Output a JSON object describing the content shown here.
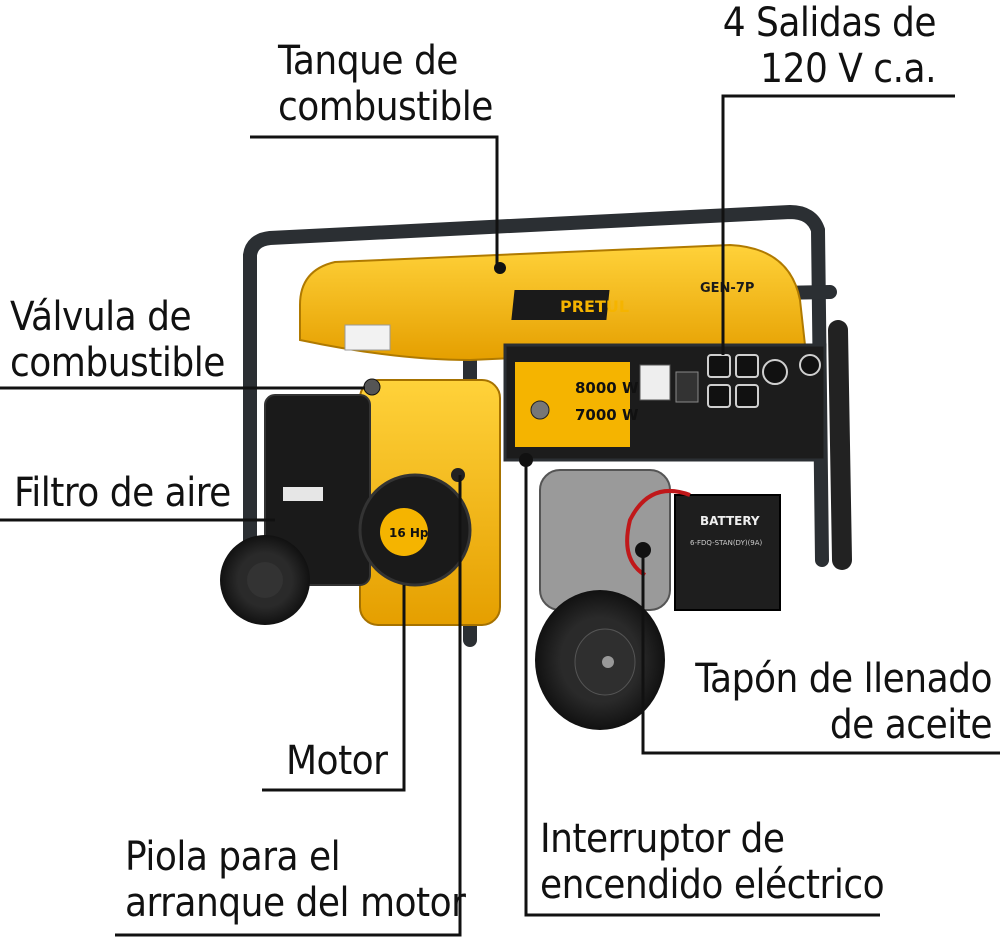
{
  "labels": {
    "fuel_tank": {
      "line1": "Tanque de",
      "line2": "combustible"
    },
    "outlets": {
      "line1": "4 Salidas de",
      "line2": "120 V c.a."
    },
    "fuel_valve": {
      "line1": "Válvula de",
      "line2": "combustible"
    },
    "air_filter": {
      "line1": "Filtro de aire"
    },
    "oil_cap": {
      "line1": "Tapón de llenado",
      "line2": "de aceite"
    },
    "engine": {
      "line1": "Motor"
    },
    "pull_cord": {
      "line1": "Piola para el",
      "line2": "arranque del motor"
    },
    "electric_switch": {
      "line1": "Interruptor de",
      "line2": "encendido eléctrico"
    }
  },
  "generator": {
    "brand": "PRETUL",
    "model": "GEN-7P",
    "max_power": "8000 W",
    "rated_power": "7000 W",
    "engine_power": "16 Hp",
    "battery": "BATTERY",
    "battery_model": "6-FDQ-STAN(DY)(9A)"
  },
  "colors": {
    "body_yellow": "#f5b400",
    "frame": "#2b2f33",
    "panel": "#1c1c1c",
    "leader": "#111111"
  }
}
